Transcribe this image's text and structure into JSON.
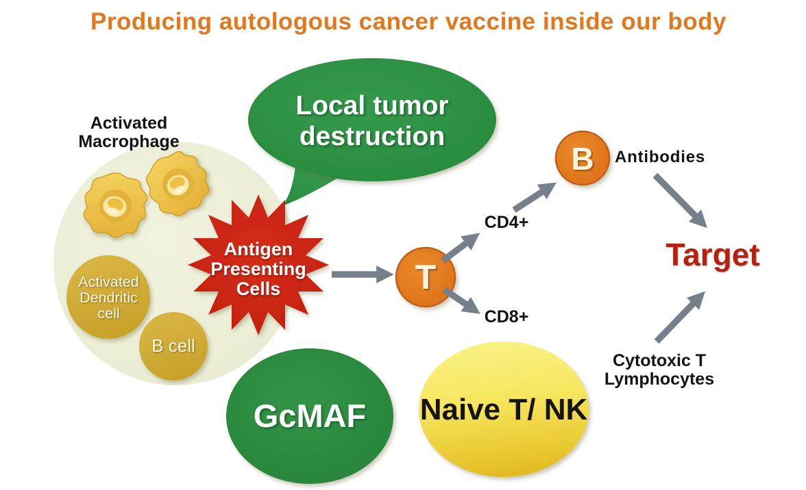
{
  "title": "Producing autologous cancer vaccine inside our body",
  "macrophage_label": {
    "line1": "Activated",
    "line2": "Macrophage"
  },
  "bubble": {
    "line1": "Local tumor",
    "line2": "destruction"
  },
  "apc": {
    "line1": "Antigen",
    "line2": "Presenting",
    "line3": "Cells"
  },
  "dendritic": {
    "line1": "Activated",
    "line2": "Dendritic",
    "line3": "cell"
  },
  "b_cell_label": "B cell",
  "t_node_label": "T",
  "b_node_label": "B",
  "cd4_label": "CD4+",
  "cd8_label": "CD8+",
  "antibodies_label": "Antibodies",
  "target_label": "Target",
  "ctl": {
    "line1": "Cytotoxic T",
    "line2": "Lymphocytes"
  },
  "gcmaf_label": "GcMAF",
  "naive_label": "Naive T/ NK",
  "colors": {
    "title_orange": "#e1771f",
    "node_orange": "#e0751c",
    "burst_red": "#cb2412",
    "target_red": "#b5220f",
    "bubble_green": "#2e9246",
    "gcmaf_green": "#2e9044",
    "gold_cell": "#d2ae36",
    "pale_group_circle": "#eff0da",
    "naive_yellow": "#f4e35c",
    "arrow_gray": "#75808a"
  }
}
